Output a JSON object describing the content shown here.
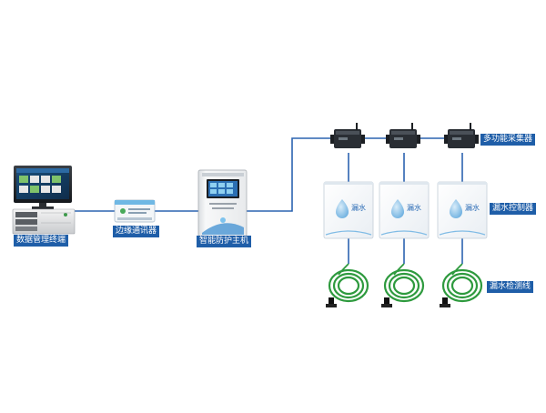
{
  "labels": {
    "data_terminal": "数据管理终端",
    "edge_gateway": "边缘通讯器",
    "host": "智能防护主机",
    "collector": "多功能采集器",
    "controller": "漏水控制器",
    "detect_line": "漏水检测线"
  },
  "controller_face_text": "漏水",
  "colors": {
    "line": "#2b63b0",
    "label_bg": "#1f5ea8",
    "cable": "#2e9a3e",
    "drop": "#8dc5ea"
  },
  "icons": [
    "monitor-icon",
    "server-chassis-icon",
    "gateway-box-icon",
    "host-panel-icon",
    "collector-module-icon",
    "water-drop-icon",
    "sensor-cable-icon"
  ]
}
